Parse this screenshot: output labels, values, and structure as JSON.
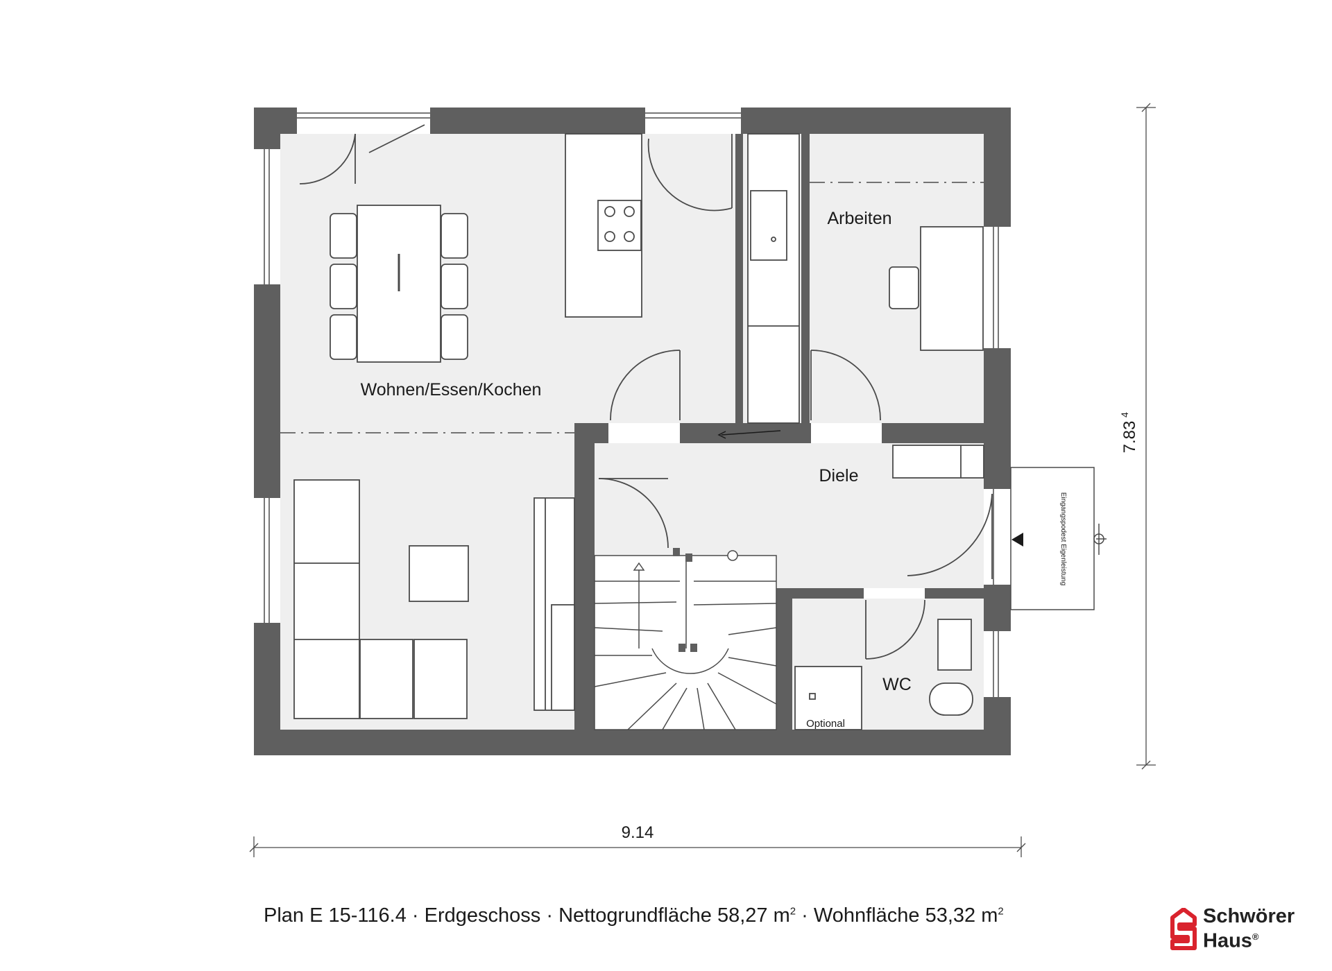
{
  "rooms": {
    "wohnen": "Wohnen/Essen/Kochen",
    "arbeiten": "Arbeiten",
    "diele": "Diele",
    "wc": "WC",
    "optional": "Optional"
  },
  "dimensions": {
    "width": "9.14",
    "depth": "7.83",
    "depth_sup": "4"
  },
  "entrance_note": "Eingangspodest Eigenleistung",
  "caption": {
    "plan": "Plan E 15-116.4",
    "floor": "Erdgeschoss",
    "net_area_label": "Nettogrundfläche 58,27 m",
    "living_area_label": "Wohnfläche 53,32 m",
    "unit_sup": "2",
    "separator": " · "
  },
  "logo": {
    "line1": "Schwörer",
    "line2": "Haus",
    "reg": "®",
    "color": "#d9232d"
  },
  "colors": {
    "wall": "#5f5f5f",
    "floor": "#efefef",
    "line": "#4a4a4a"
  },
  "icons": [
    "house-logo-icon",
    "entrance-arrow-icon",
    "stair-arrow-icon"
  ]
}
